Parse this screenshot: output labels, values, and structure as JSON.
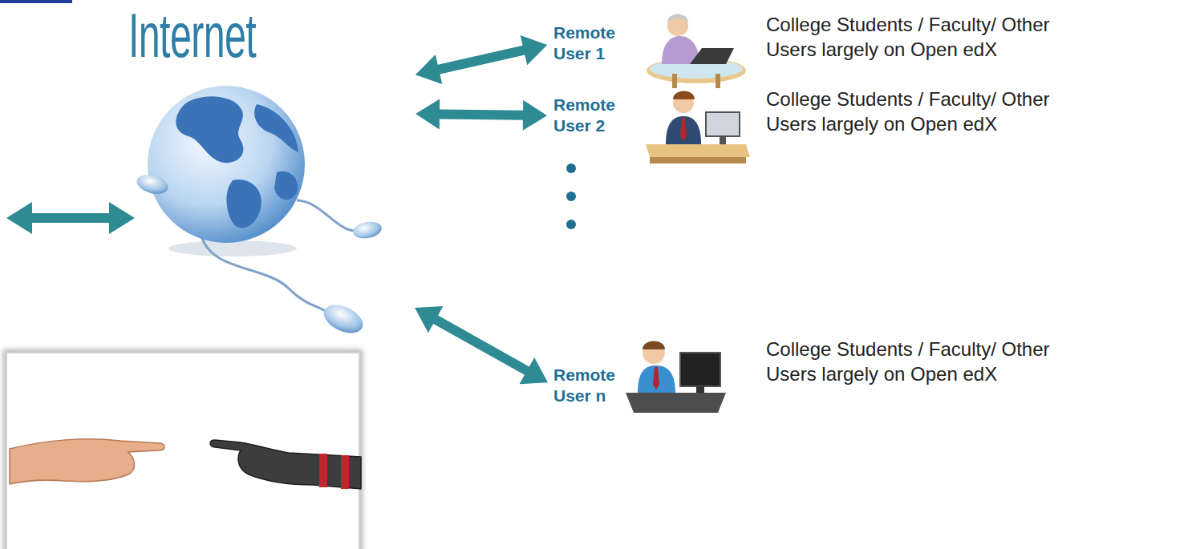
{
  "diagram": {
    "nodes": [
      {
        "text": [
          "Internet"
        ]
      },
      {
        "text": [
          "Remote User 1"
        ]
      },
      {
        "text": [
          "Remote User 2"
        ]
      },
      {
        "text": [
          "Remote User n"
        ]
      }
    ],
    "edges": [
      {
        "from": 0,
        "to": 1,
        "arrow": "both"
      },
      {
        "from": 0,
        "to": 2,
        "arrow": "both"
      },
      {
        "from": 0,
        "to": 3,
        "arrow": "both"
      }
    ],
    "labels": [
      "College Students / Faculty/ Other Users largely on Open edX",
      "College Students / Faculty/ Other Users largely on Open edX",
      "College Students / Faculty/ Other Users largely on Open edX"
    ]
  }
}
